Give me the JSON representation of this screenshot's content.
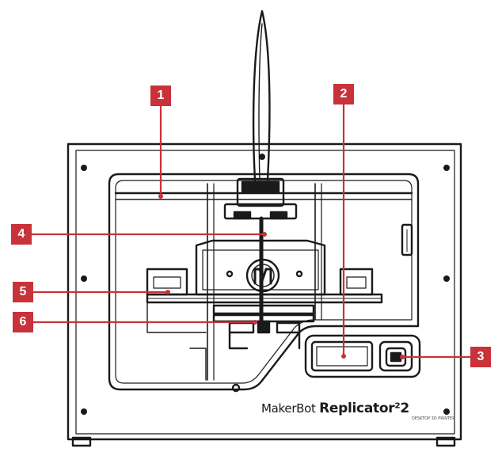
{
  "colors": {
    "callout": "#c8323a",
    "outline": "#1a1a1a",
    "leader": "#c8323a"
  },
  "callouts": [
    {
      "id": "1",
      "label": "1"
    },
    {
      "id": "2",
      "label": "2"
    },
    {
      "id": "3",
      "label": "3"
    },
    {
      "id": "4",
      "label": "4"
    },
    {
      "id": "5",
      "label": "5"
    },
    {
      "id": "6",
      "label": "6"
    }
  ],
  "branding": {
    "maker": "MakerBot",
    "model": "Replicator²2",
    "tagline": "DESKTOP 3D PRINTER"
  },
  "icons": {
    "logo": "makerbot-m-logo-icon"
  }
}
